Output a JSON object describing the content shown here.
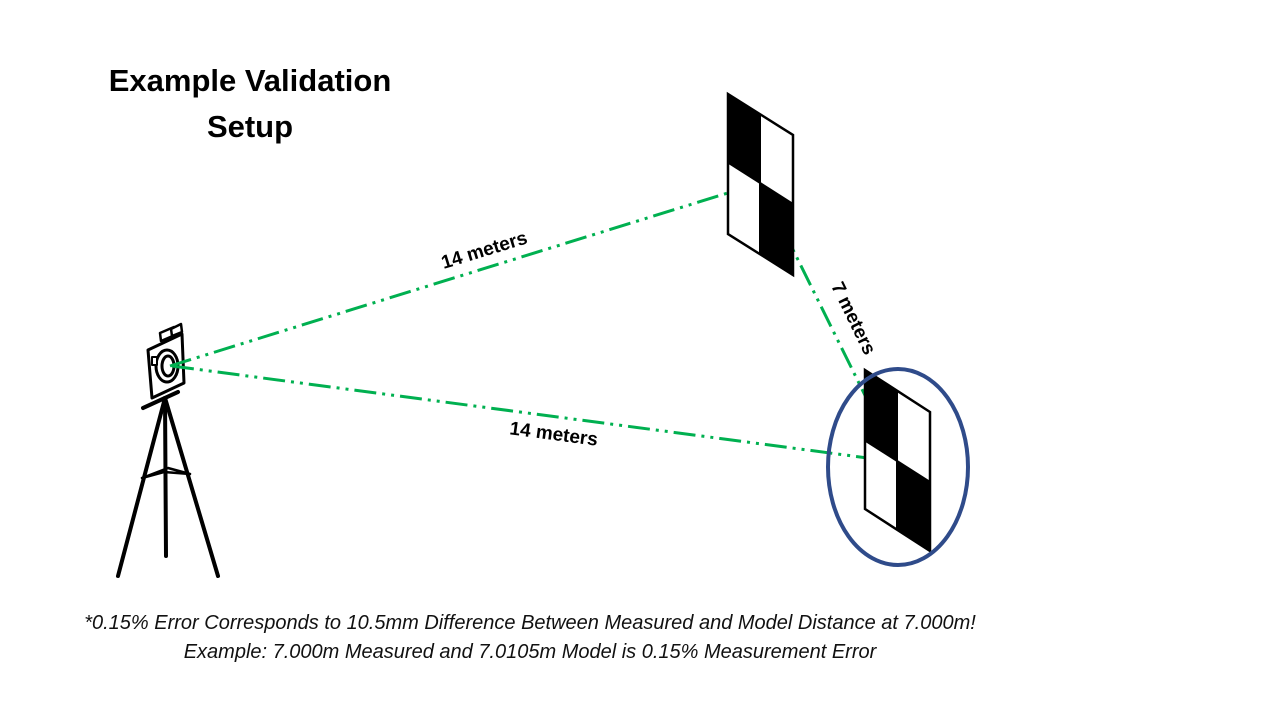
{
  "title": {
    "line1": "Example Validation",
    "line2": "Setup"
  },
  "distances": {
    "camera_to_top_target": "14 meters",
    "target_to_target": "7 meters",
    "camera_to_bottom_target": "14 meters"
  },
  "footnote": {
    "line1": "*0.15% Error Corresponds to 10.5mm Difference Between Measured and Model Distance at 7.000m!",
    "line2": "Example: 7.000m Measured and 7.0105m Model is 0.15% Measurement Error"
  },
  "colors": {
    "measurement_line": "#00b050",
    "highlight_ellipse": "#2f4b8a",
    "ink": "#000000"
  },
  "icons": {
    "camera": "camera-on-tripod-icon",
    "target": "checkerboard-target-icon"
  }
}
